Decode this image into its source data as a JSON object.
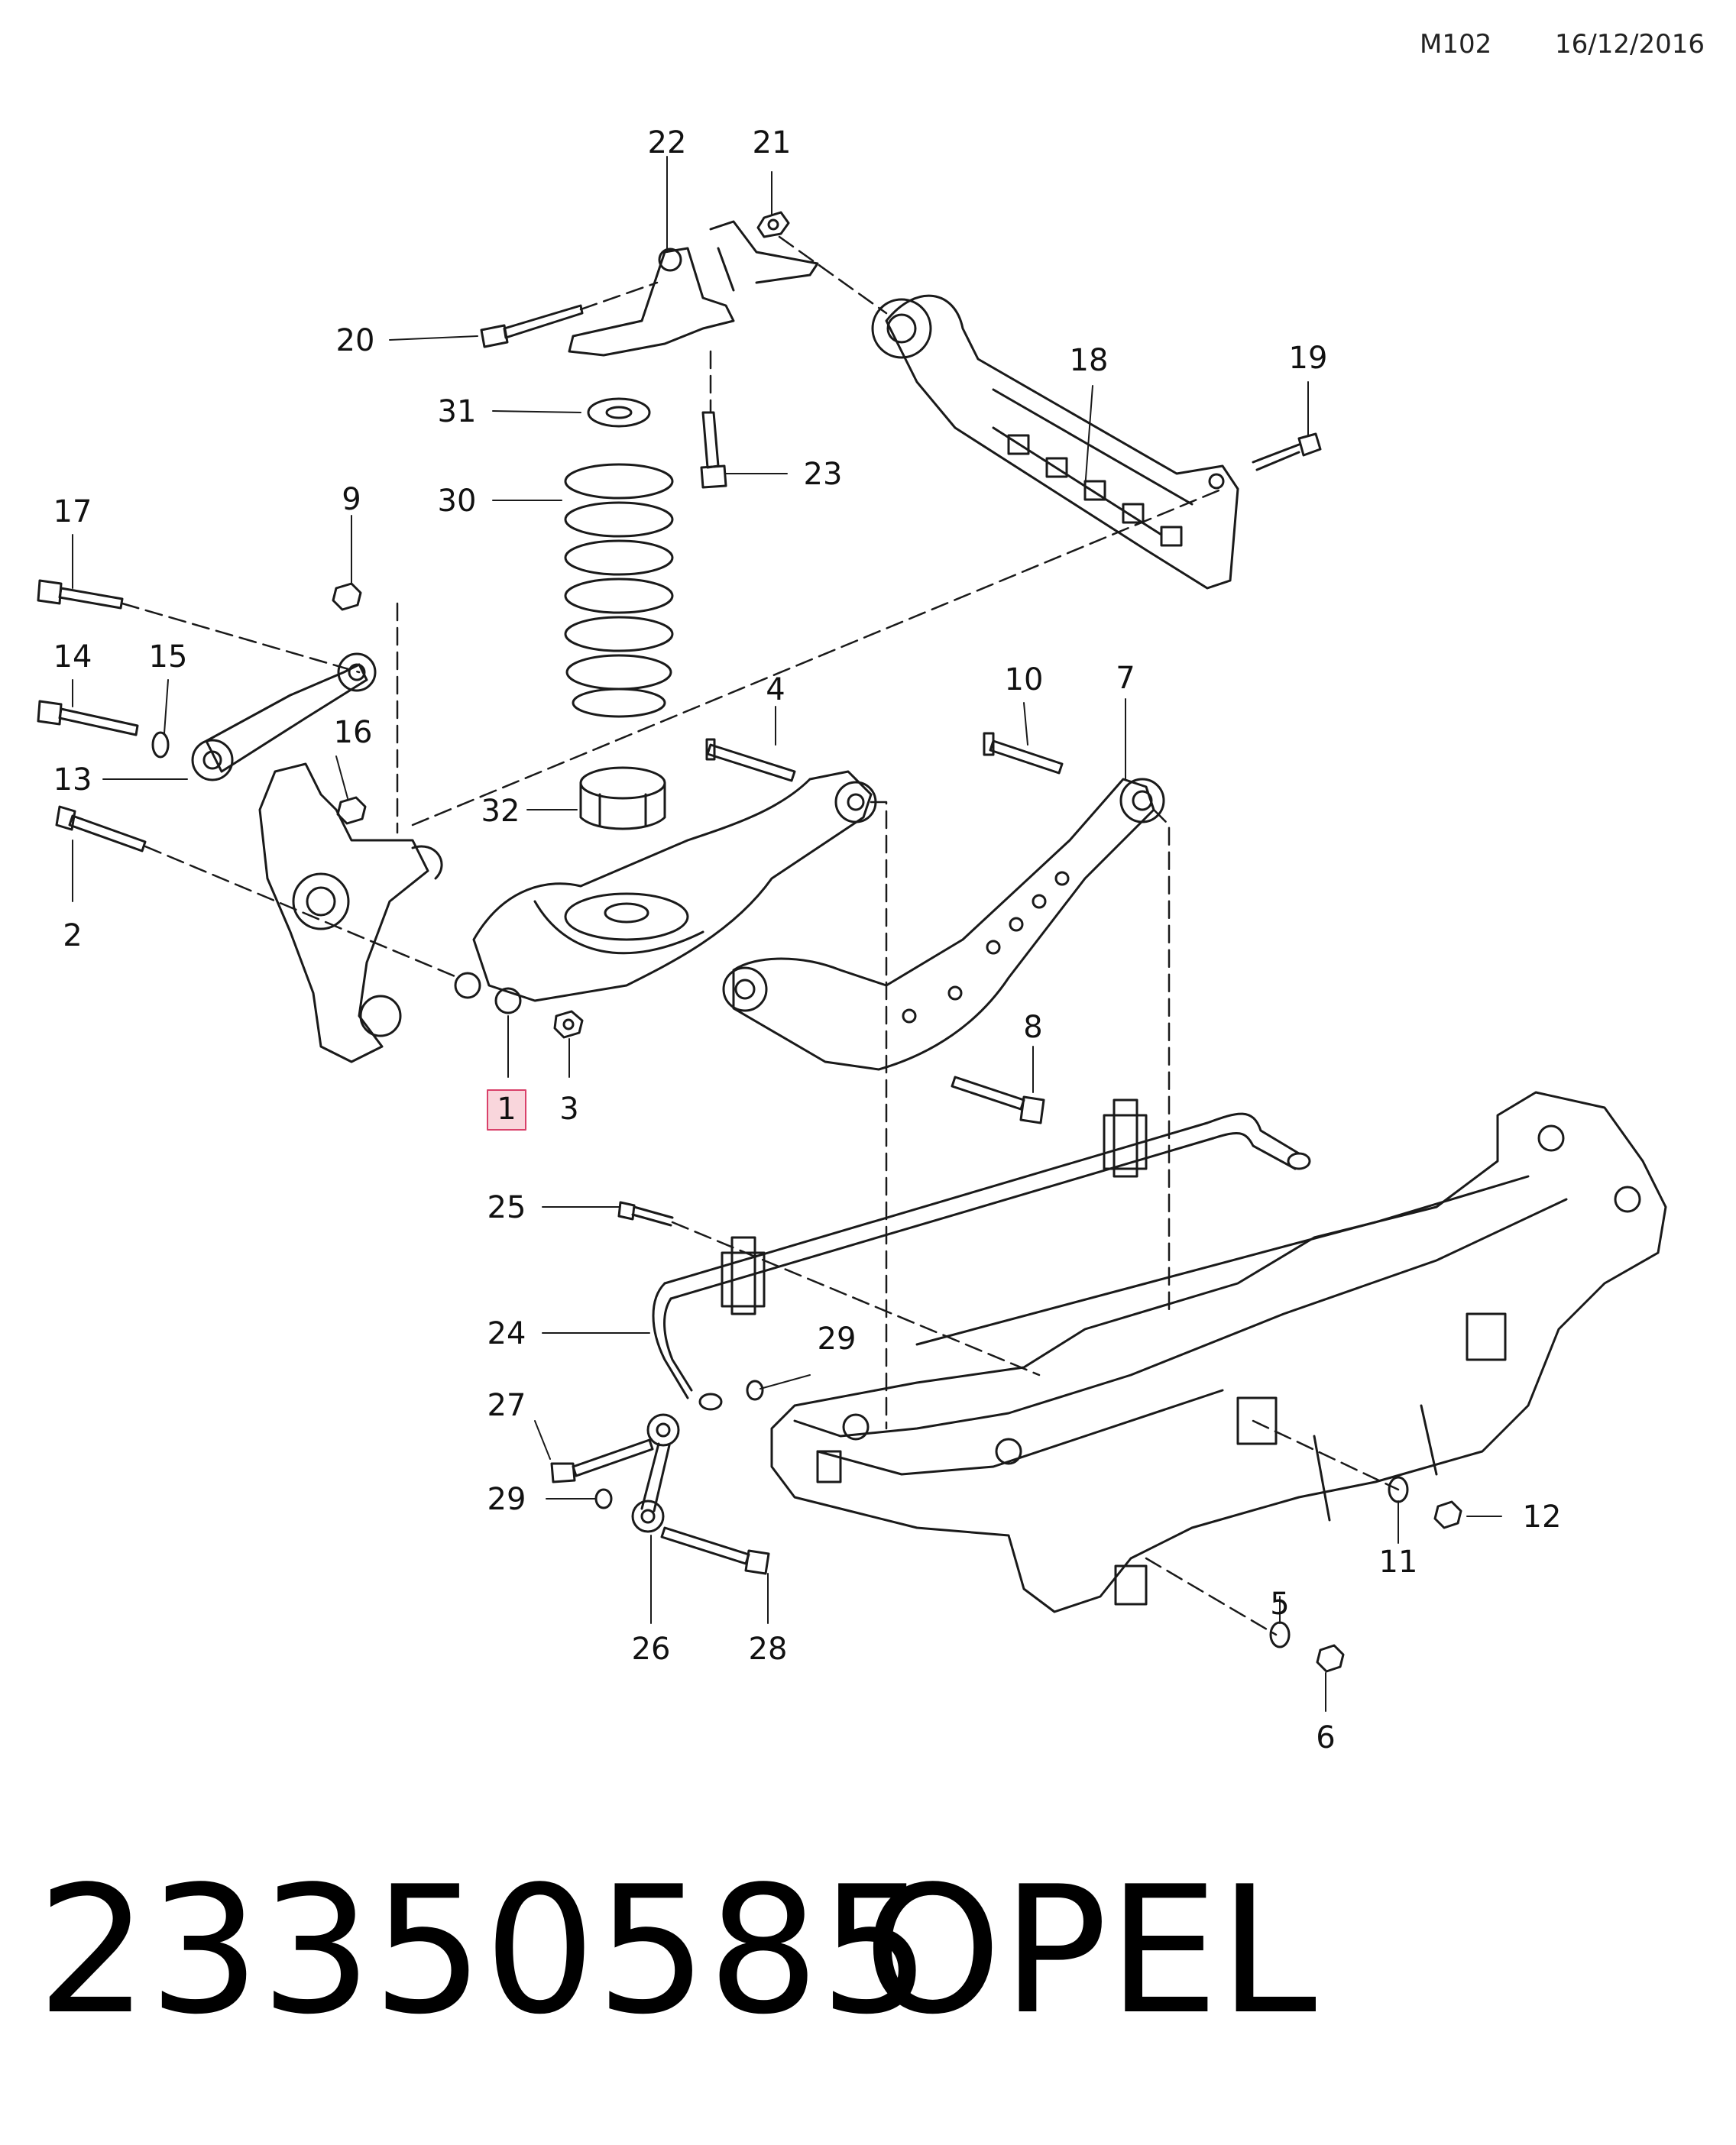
{
  "header": {
    "code": "M102",
    "date": "16/12/2016"
  },
  "callouts": [
    {
      "id": "c1",
      "text": "1",
      "highlight": true
    },
    {
      "id": "c2",
      "text": "2"
    },
    {
      "id": "c3",
      "text": "3"
    },
    {
      "id": "c4",
      "text": "4"
    },
    {
      "id": "c5",
      "text": "5"
    },
    {
      "id": "c6",
      "text": "6"
    },
    {
      "id": "c7",
      "text": "7"
    },
    {
      "id": "c8",
      "text": "8"
    },
    {
      "id": "c9",
      "text": "9"
    },
    {
      "id": "c10",
      "text": "10"
    },
    {
      "id": "c11",
      "text": "11"
    },
    {
      "id": "c12",
      "text": "12"
    },
    {
      "id": "c13",
      "text": "13"
    },
    {
      "id": "c14",
      "text": "14"
    },
    {
      "id": "c15",
      "text": "15"
    },
    {
      "id": "c16",
      "text": "16"
    },
    {
      "id": "c17",
      "text": "17"
    },
    {
      "id": "c18",
      "text": "18"
    },
    {
      "id": "c19",
      "text": "19"
    },
    {
      "id": "c20",
      "text": "20"
    },
    {
      "id": "c21",
      "text": "21"
    },
    {
      "id": "c22",
      "text": "22"
    },
    {
      "id": "c23",
      "text": "23"
    },
    {
      "id": "c24",
      "text": "24"
    },
    {
      "id": "c25",
      "text": "25"
    },
    {
      "id": "c26",
      "text": "26"
    },
    {
      "id": "c27",
      "text": "27"
    },
    {
      "id": "c28",
      "text": "28"
    },
    {
      "id": "c29a",
      "text": "29"
    },
    {
      "id": "c29b",
      "text": "29"
    },
    {
      "id": "c30",
      "text": "30"
    },
    {
      "id": "c31",
      "text": "31"
    },
    {
      "id": "c32",
      "text": "32"
    }
  ],
  "footer": {
    "part_number": "23350585",
    "brand": "OPEL"
  },
  "colors": {
    "line": "#1a1a1a",
    "highlight_fill": "#f9d6dc",
    "highlight_stroke": "#d9416a"
  }
}
